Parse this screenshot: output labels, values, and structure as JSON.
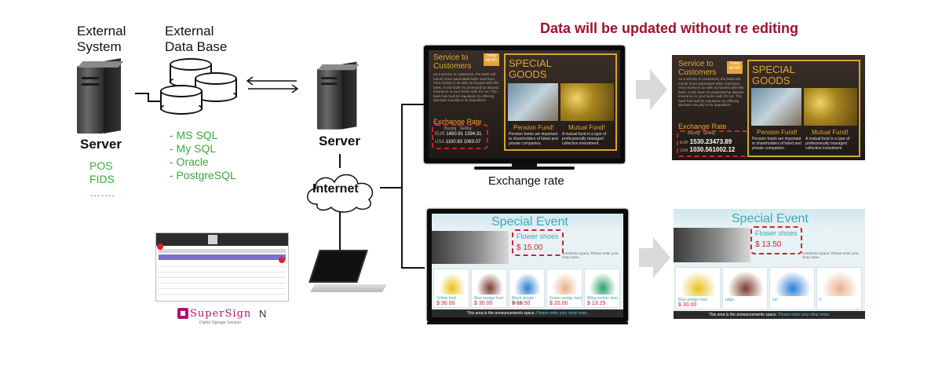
{
  "external_system": {
    "label_line1": "External",
    "label_line2": "System"
  },
  "external_db": {
    "label_line1": "External",
    "label_line2": "Data Base"
  },
  "server_left": {
    "label": "Server",
    "items": [
      "POS",
      "FIDS",
      "……."
    ]
  },
  "db_list": [
    "- MS SQL",
    "- My SQL",
    "- Oracle",
    "- PostgreSQL"
  ],
  "server_mid": {
    "label": "Server"
  },
  "internet": {
    "label": "Internet"
  },
  "headline": "Data will be updated without re editing",
  "exchange_caption": "Exchange rate",
  "logo": {
    "brand": "SuperSign",
    "suffix": "N",
    "tagline": "Digital Signage Solution"
  },
  "signage_before": {
    "service_title": "Service to Customers",
    "today": "Today NEWS",
    "service_text": "As a service to customers, the bank will mount more automated teller machines. Your money is as safe as houses with this bank. In the bank it's protected by deposit insurance in your home safe it's not. The bank has built its reputation by offering absolute security to its depositors.",
    "special_title": "SPECIAL GOODS",
    "fund1_title": "Pension Fund!",
    "fund1_text": "Pension funds are important to shareholders of listed and private companies.",
    "fund2_title": "Mutual Fund!",
    "fund2_text": "A mutual fund is a type of professionally managed collective investment.",
    "exchange_title": "Exchange Rate",
    "col_buying": "Buying",
    "col_selling": "Selling",
    "rows": [
      {
        "cur": "EUR",
        "buy": "1450.91",
        "sell": "1394.31"
      },
      {
        "cur": "USA",
        "buy": "1100.93",
        "sell": "1063.07"
      }
    ]
  },
  "signage_after": {
    "rows": [
      {
        "cur": "EUR",
        "buy": "1530.2",
        "sell": "3473.89"
      },
      {
        "cur": "USA",
        "buy": "1030.56",
        "sell": "1002.12"
      }
    ]
  },
  "event_before": {
    "title": "Special Event",
    "flower_title": "Flower shoes",
    "flower_price": "$ 15.00",
    "comments": "comments space. Please enter your shop news.",
    "shoes": [
      {
        "name": "Yellow heel",
        "price": "$ 30.00"
      },
      {
        "name": "Blue wedge heel",
        "price": "$ 30.00"
      },
      {
        "name": "Black simple wedge",
        "price": "$ 18.50"
      },
      {
        "name": "Green wedge heel",
        "price": "$ 20.00"
      },
      {
        "name": "Bling mother heel",
        "price": "$ 13.29"
      }
    ],
    "announcement": "This area is the announcements space.",
    "announcement_link": "Please enter your shop news."
  },
  "event_after": {
    "title": "Special Event",
    "flower_title": "Flower shoes",
    "flower_price": "$ 13.50",
    "comments": "comments space. Please enter your shop news.",
    "shoes": [
      {
        "name": "Blue wedge heel",
        "price": "$ 30.00"
      },
      {
        "name": "adge",
        "price": ""
      },
      {
        "name": "eel",
        "price": ""
      },
      {
        "name": "Il",
        "price": ""
      }
    ],
    "announcement": "This area is the announcements space.",
    "announcement_link": "Please enter your shop news."
  },
  "colors": {
    "headline": "#a0102e",
    "green": "#3aa83a",
    "accent": "#e7a531",
    "teal": "#3ea8b8",
    "red": "#d0202e"
  }
}
